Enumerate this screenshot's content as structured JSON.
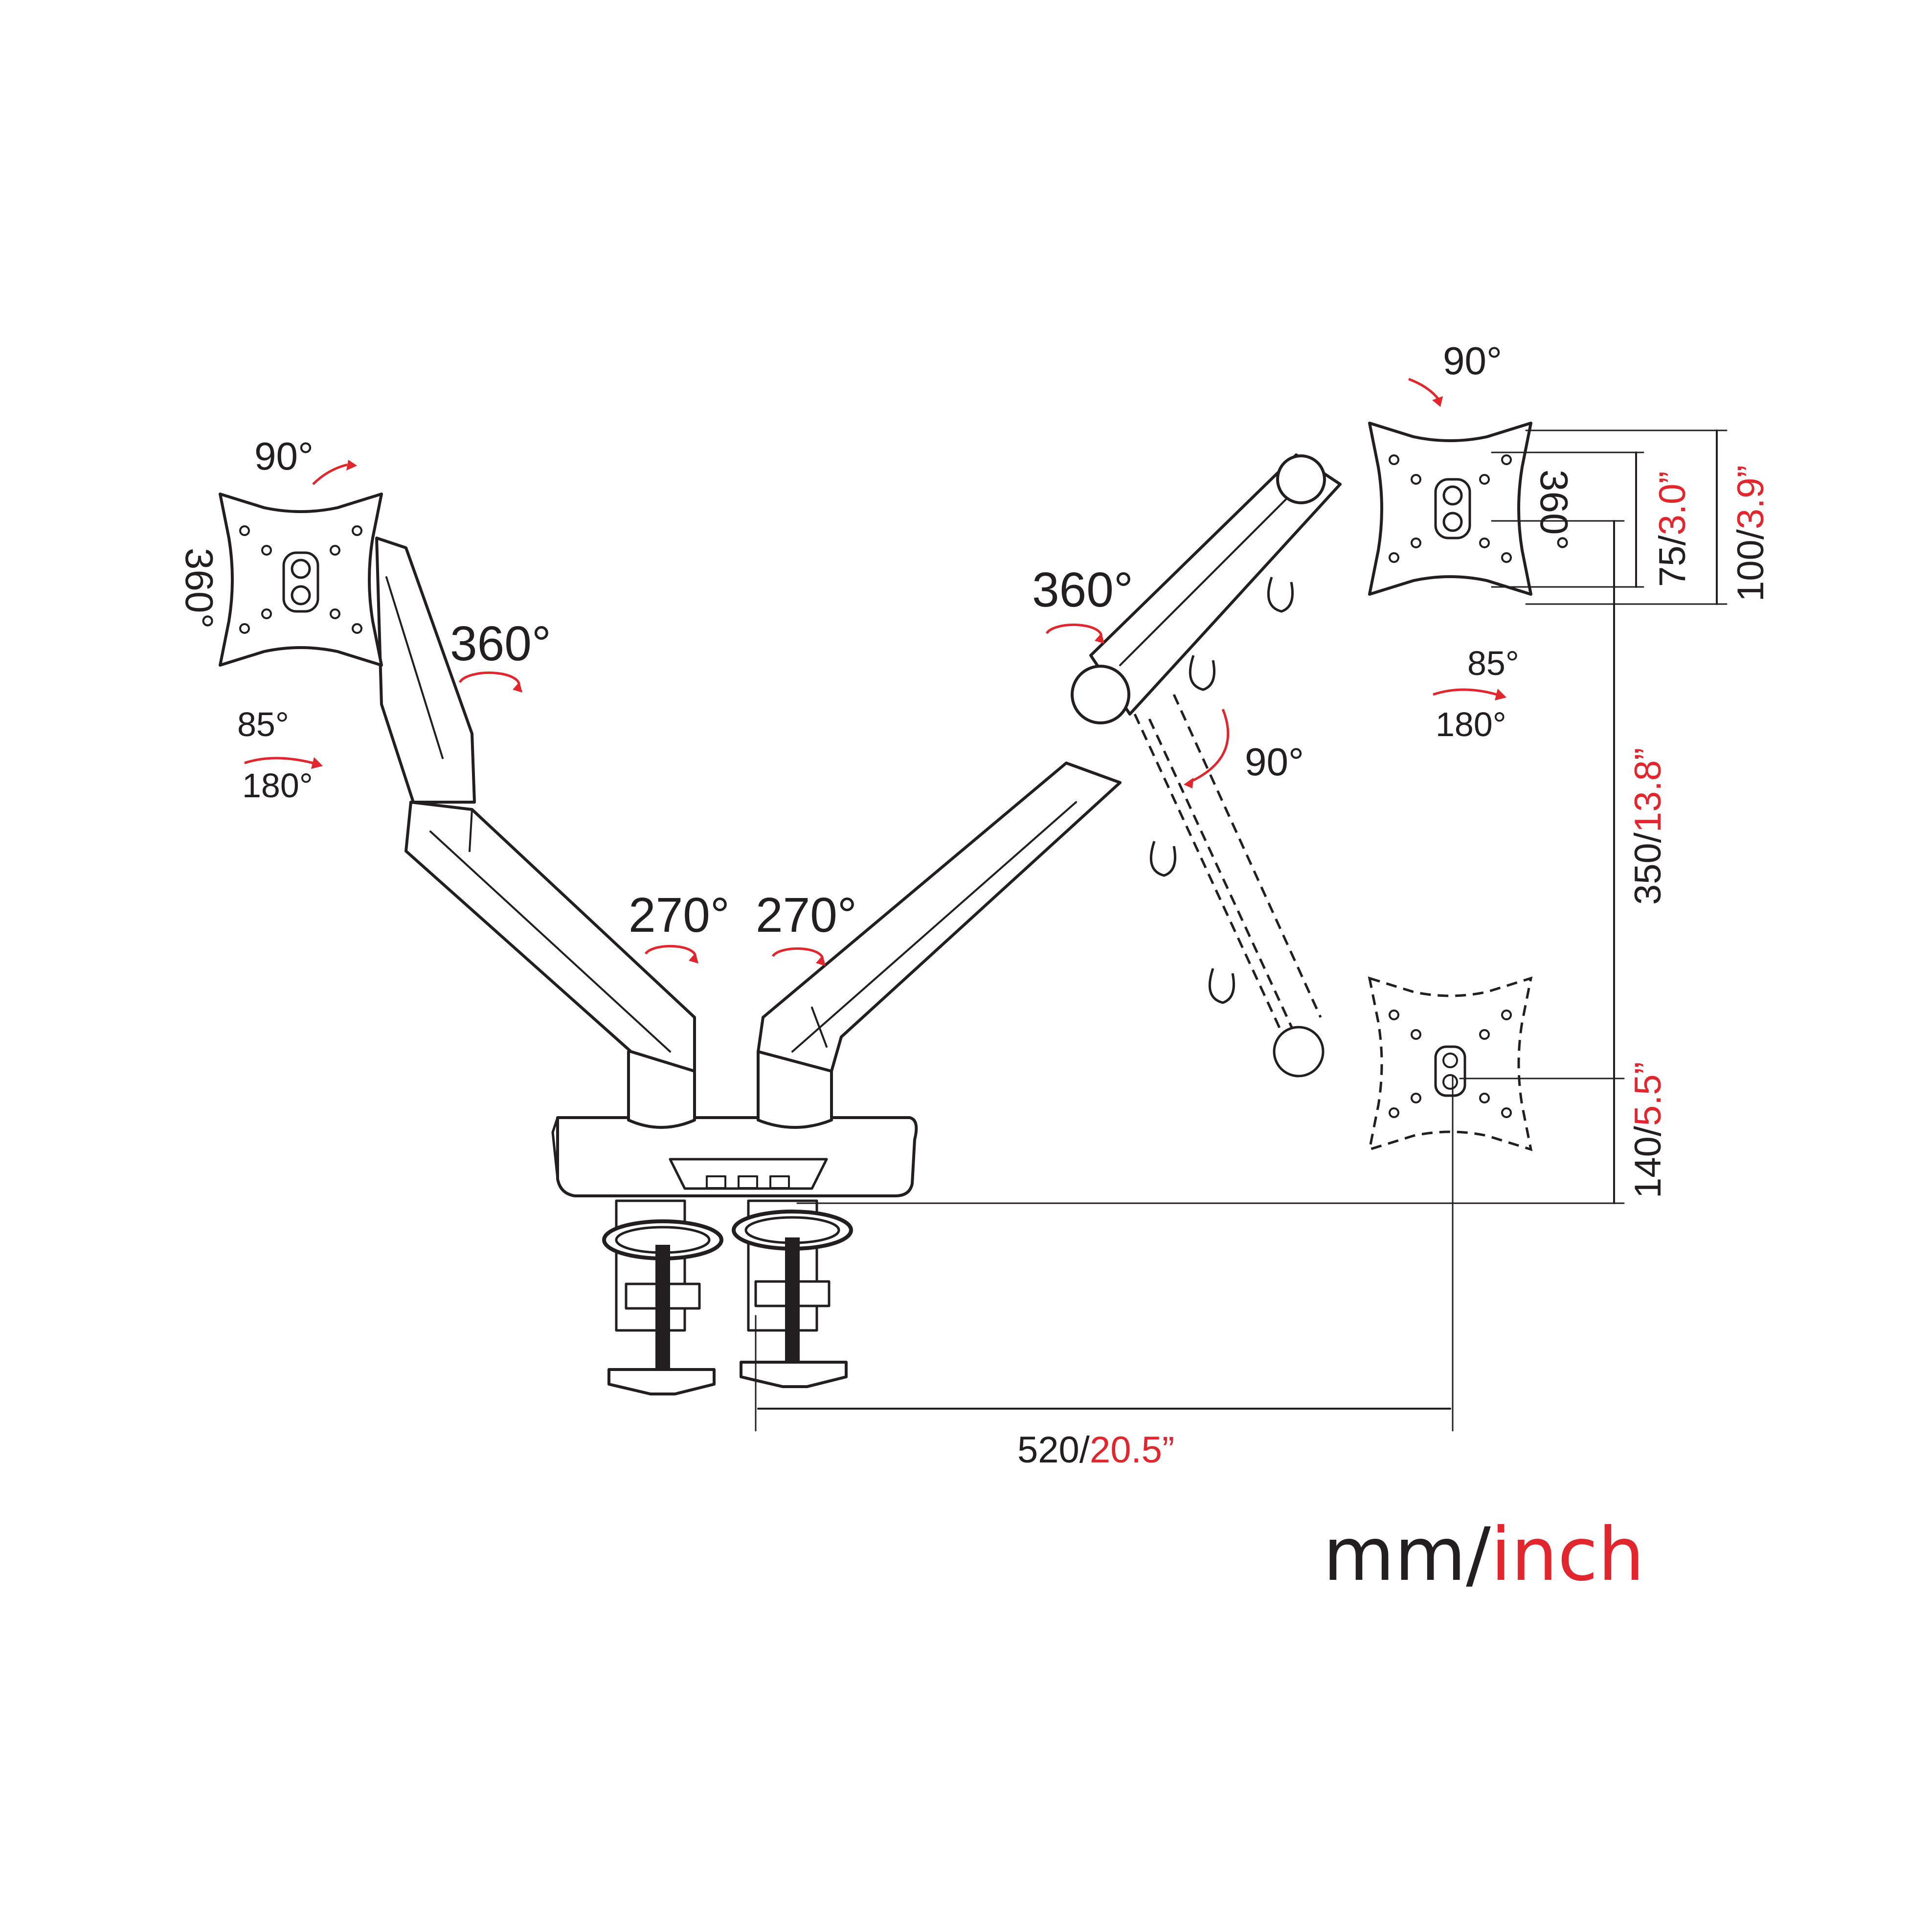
{
  "colors": {
    "ink": "#231f20",
    "accent": "#e1272d",
    "background": "#ffffff"
  },
  "rotation_labels": {
    "left_tilt": "90°",
    "left_rotate": "360°",
    "left_swivel_a": "85°",
    "left_swivel_b": "180°",
    "left_arm_rotate": "360°",
    "base_left": "270°",
    "base_right": "270°",
    "right_elbow": "360°",
    "right_tilt": "90°",
    "right_rotate": "360°",
    "right_swivel_a": "85°",
    "right_swivel_b": "180°",
    "right_arm_lift": "90°"
  },
  "dimensions": {
    "width": {
      "mm": "520/",
      "inch": "20.5”"
    },
    "height_max": {
      "mm": "350/",
      "inch": "13.8”"
    },
    "height_min": {
      "mm": "140/",
      "inch": "5.5”"
    },
    "vesa_100": {
      "mm": "100/",
      "inch": "3.9”"
    },
    "vesa_75": {
      "mm": "75/",
      "inch": "3.0”"
    }
  },
  "units": {
    "metric": "mm/",
    "imperial": "inch"
  }
}
